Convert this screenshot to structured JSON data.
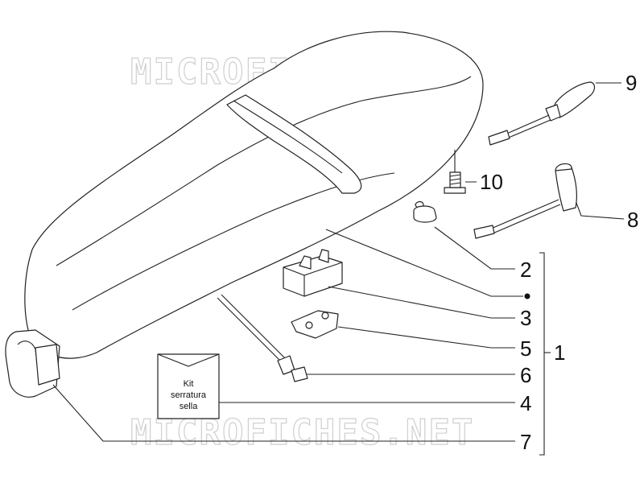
{
  "watermark": "MICROFICHES.NET",
  "kit_box": {
    "line1": "Kit",
    "line2": "serratura",
    "line3": "sella"
  },
  "callouts": {
    "p1": "1",
    "p2": "2",
    "p3": "3",
    "p4": "4",
    "p5": "5",
    "p6": "6",
    "p7": "7",
    "p8": "8",
    "p9": "9",
    "p10": "10"
  }
}
